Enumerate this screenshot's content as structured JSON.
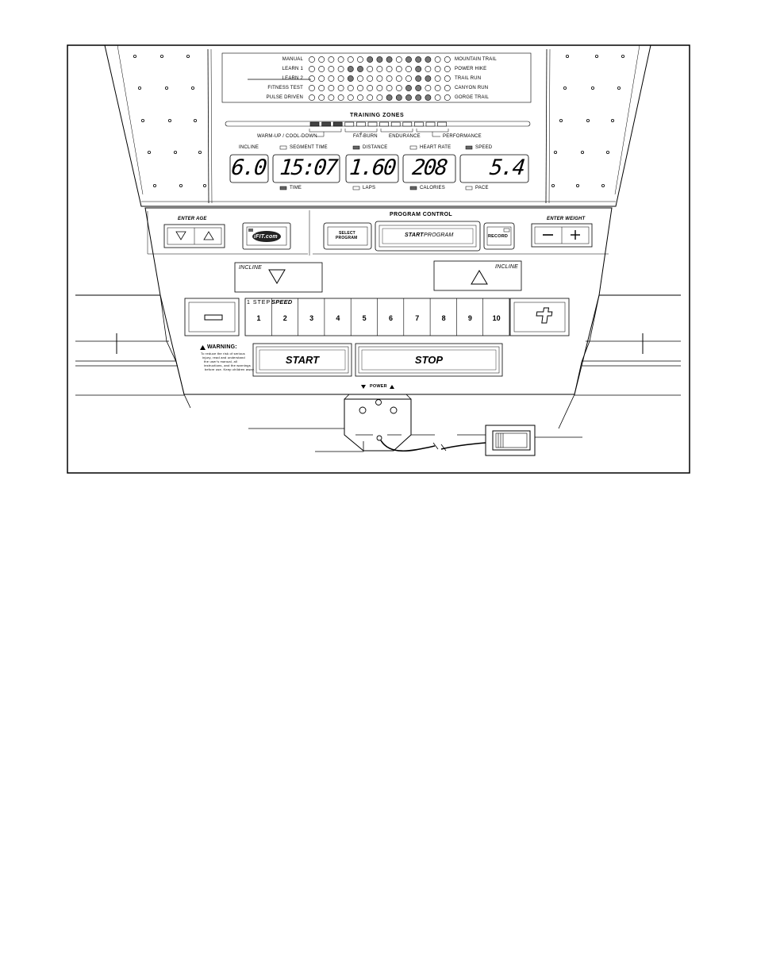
{
  "console": {
    "program_names_left": [
      "MANUAL",
      "LEARN 1",
      "LEARN 2",
      "FITNESS TEST",
      "PULSE DRIVEN"
    ],
    "program_names_right": [
      "MOUNTAIN TRAIL",
      "POWER HIKE",
      "TRAIL RUN",
      "CANYON RUN",
      "GORGE TRAIL"
    ],
    "training_zones_title": "TRAINING ZONES",
    "zones": [
      "WARM-UP / COOL-DOWN",
      "FAT-BURN",
      "ENDURANCE",
      "PERFORMANCE"
    ],
    "display_labels_top": [
      "INCLINE",
      "SEGMENT TIME",
      "DISTANCE",
      "HEART RATE",
      "SPEED"
    ],
    "display_labels_bottom": [
      "TIME",
      "LAPS",
      "CALORIES",
      "PACE"
    ],
    "displays": {
      "incline": "6.0",
      "time": "15:07",
      "distance": "1.60",
      "heart_rate": "208",
      "speed": "5.4"
    },
    "enter_age": "ENTER AGE",
    "ifit_logo": "iFIT.com",
    "program_control": "PROGRAM CONTROL",
    "select_program": [
      "SELECT",
      "PROGRAM"
    ],
    "start_program_bold": "START",
    "start_program_rest": "PROGRAM",
    "record": "RECORD",
    "enter_weight": "ENTER WEIGHT",
    "incline_down": "INCLINE",
    "incline_up": "INCLINE",
    "onestep_a": "1 STEP",
    "onestep_b": "SPEED",
    "speed_keys": [
      "1",
      "2",
      "3",
      "4",
      "5",
      "6",
      "7",
      "8",
      "9",
      "10"
    ],
    "warning_title": "WARNING:",
    "warning_lines": [
      "To reduce the risk of serious",
      "injury, read and understand",
      "the user's manual, all",
      "instructions, and the warnings",
      "before use. Keep children away."
    ],
    "start": "START",
    "stop": "STOP",
    "power": "POWER"
  },
  "dot_matrix": {
    "rows": 5,
    "cols": 15,
    "lit": [
      [
        0,
        0,
        0,
        0,
        0,
        0,
        1,
        1,
        1,
        0,
        1,
        1,
        1,
        0,
        0
      ],
      [
        0,
        0,
        0,
        0,
        1,
        1,
        0,
        0,
        0,
        0,
        0,
        1,
        0,
        0,
        0
      ],
      [
        0,
        0,
        0,
        0,
        1,
        0,
        0,
        0,
        0,
        0,
        0,
        1,
        1,
        0,
        0
      ],
      [
        0,
        0,
        0,
        0,
        0,
        0,
        0,
        0,
        0,
        0,
        1,
        1,
        0,
        0,
        0
      ],
      [
        0,
        0,
        0,
        0,
        0,
        0,
        0,
        0,
        1,
        1,
        1,
        1,
        1,
        0,
        0
      ]
    ]
  },
  "zone_leds_lit": [
    1,
    1,
    1,
    0,
    0,
    0,
    0,
    0,
    0,
    0,
    0,
    0
  ]
}
